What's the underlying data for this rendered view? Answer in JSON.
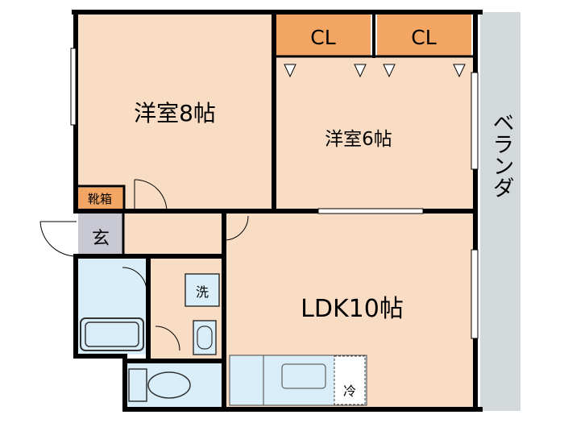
{
  "rooms": {
    "western_8": "洋室8帖",
    "western_6": "洋室6帖",
    "ldk": "LDK10帖",
    "closet_1": "CL",
    "closet_2": "CL",
    "shoe_box": "靴箱",
    "entrance": "玄",
    "washer": "洗",
    "fridge": "冷",
    "balcony": "ベランダ"
  },
  "colors": {
    "room": "#f9dcc4",
    "closet": "#f3a664",
    "balcony": "#d3d8db",
    "entrance": "#c8c8d2",
    "wet_area": "#daeef9",
    "wall": "#000000"
  }
}
